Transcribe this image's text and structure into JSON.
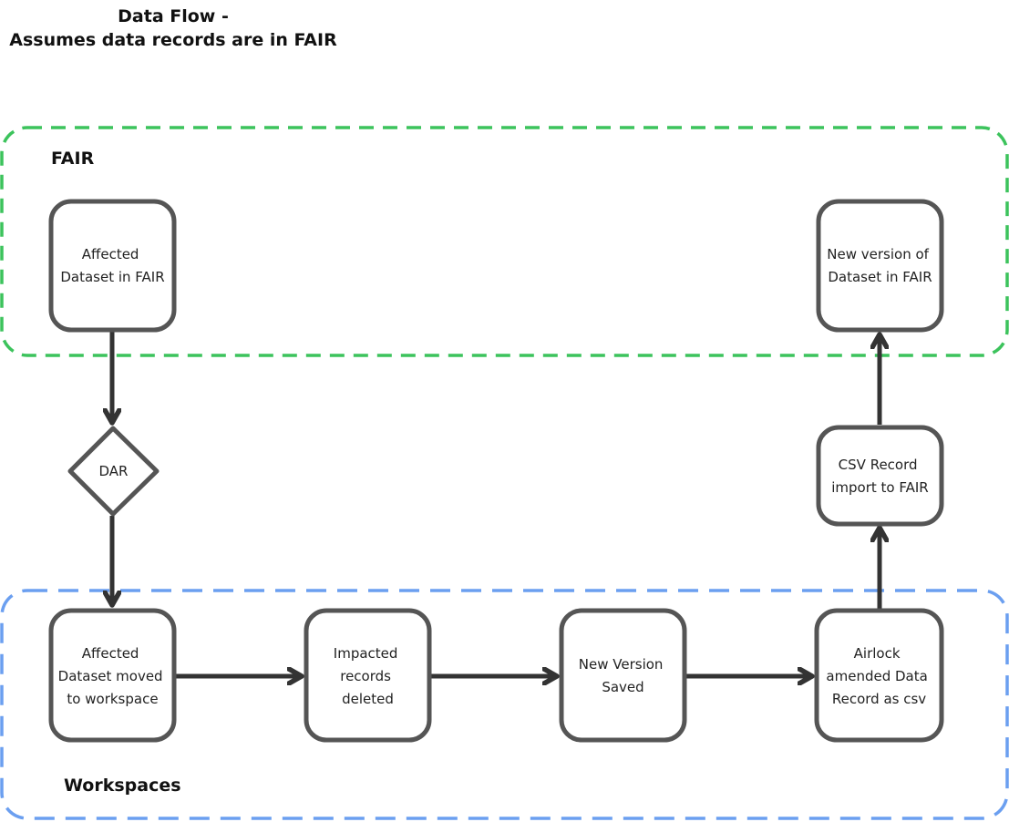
{
  "title": {
    "line1": "Data Flow -",
    "line2": "Assumes data records are in FAIR"
  },
  "colors": {
    "fair_border": "#3cc35c",
    "workspaces_border": "#6b9ff0",
    "node_border": "#555555",
    "arrow": "#333333"
  },
  "groups": {
    "fair": {
      "label": "FAIR"
    },
    "workspaces": {
      "label": "Workspaces"
    }
  },
  "nodes": {
    "affected_fair": {
      "lines": [
        "Affected",
        "Dataset in FAIR"
      ]
    },
    "dar": {
      "lines": [
        "DAR"
      ]
    },
    "affected_workspace": {
      "lines": [
        "Affected",
        "Dataset moved",
        "to workspace"
      ]
    },
    "impacted_deleted": {
      "lines": [
        "Impacted",
        "records",
        "deleted"
      ]
    },
    "new_version_saved": {
      "lines": [
        "New Version",
        "Saved"
      ]
    },
    "airlock": {
      "lines": [
        "Airlock",
        "amended Data",
        "Record as csv"
      ]
    },
    "csv_import": {
      "lines": [
        "CSV Record",
        "import to FAIR"
      ]
    },
    "new_version_fair": {
      "lines": [
        "New version of",
        "Dataset in FAIR"
      ]
    }
  },
  "edges": [
    {
      "from": "affected_fair",
      "to": "dar"
    },
    {
      "from": "dar",
      "to": "affected_workspace"
    },
    {
      "from": "affected_workspace",
      "to": "impacted_deleted"
    },
    {
      "from": "impacted_deleted",
      "to": "new_version_saved"
    },
    {
      "from": "new_version_saved",
      "to": "airlock"
    },
    {
      "from": "airlock",
      "to": "csv_import"
    },
    {
      "from": "csv_import",
      "to": "new_version_fair"
    }
  ]
}
